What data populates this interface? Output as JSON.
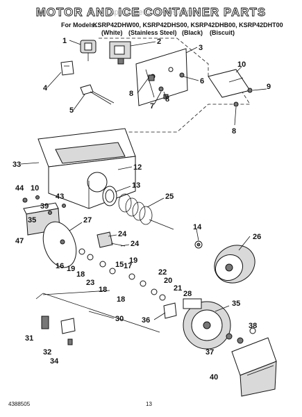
{
  "header": {
    "title": "MOTOR AND ICE CONTAINER PARTS",
    "watermark": "AppliancePartsPros.com",
    "models_label": "For Models:",
    "models": "KSRP42DHW00, KSRP42DHS00, KSRP42DHB00, KSRP42DHT00",
    "finishes": [
      "(White)",
      "(Stainless Steel)",
      "(Black)",
      "(Biscuit)"
    ]
  },
  "footer": {
    "doc_number": "4388505",
    "page_number": "13"
  },
  "callouts": [
    "1",
    "2",
    "3",
    "4",
    "5",
    "6",
    "7",
    "8",
    "8",
    "8",
    "9",
    "10",
    "10",
    "12",
    "13",
    "14",
    "15",
    "16",
    "17",
    "18",
    "18",
    "18",
    "19",
    "19",
    "20",
    "21",
    "22",
    "23",
    "24",
    "24",
    "25",
    "26",
    "27",
    "28",
    "30",
    "31",
    "32",
    "33",
    "34",
    "35",
    "35",
    "36",
    "37",
    "38",
    "39",
    "40",
    "43",
    "44",
    "47"
  ]
}
